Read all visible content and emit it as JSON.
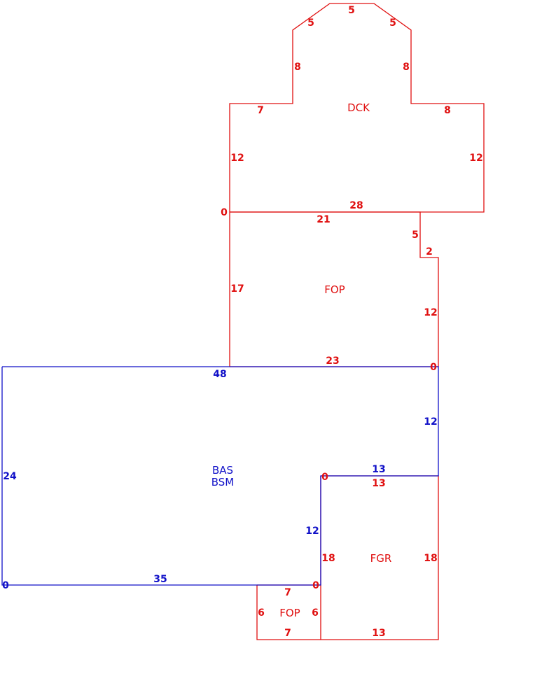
{
  "colors": {
    "living": "#1010c8",
    "improvement": "#e01010"
  },
  "areas": {
    "deck": "DCK",
    "porch_upper": "FOP",
    "garage": "FGR",
    "porch_lower": "FOP",
    "base_line1": "BAS",
    "base_line2": "BSM"
  },
  "dims": {
    "dck_top": "5",
    "dck_diag_left": "5",
    "dck_diag_right": "5",
    "dck_left_upper": "8",
    "dck_right_upper": "8",
    "dck_left_step": "7",
    "dck_right_step": "8",
    "dck_left": "12",
    "dck_right": "12",
    "dck_bottom": "28",
    "dck_origin": "0",
    "fop_top": "21",
    "fop_right_upper": "5",
    "fop_step": "2",
    "fop_left": "17",
    "fop_right": "12",
    "fop_bottom": "23",
    "fop_origin": "0",
    "bas_top": "48",
    "bas_left": "24",
    "bas_right": "12",
    "bas_inner_top": "13",
    "bas_inner_left": "12",
    "bas_bottom": "35",
    "bas_origin": "0",
    "fgr_origin": "0",
    "fgr_top": "13",
    "fgr_left": "18",
    "fgr_right": "18",
    "fgr_bottom": "13",
    "fop2_origin": "0",
    "fop2_top": "7",
    "fop2_left": "6",
    "fop2_right": "6",
    "fop2_bottom": "7"
  }
}
